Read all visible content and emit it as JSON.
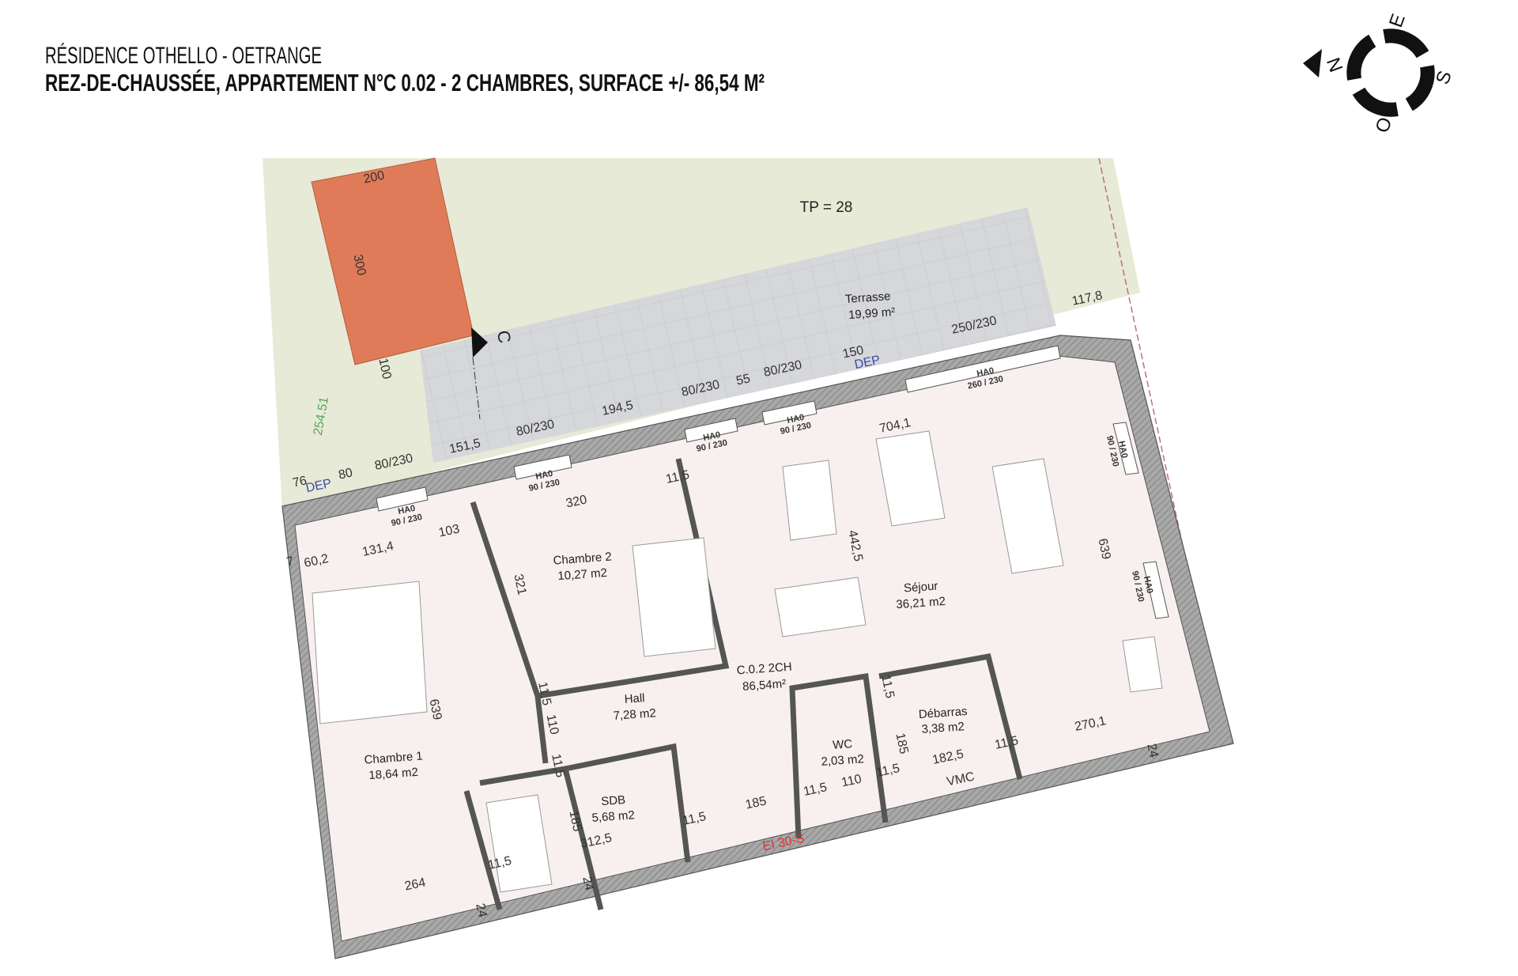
{
  "header": {
    "subtitle": "RÉSIDENCE OTHELLO - OETRANGE",
    "title": "REZ-DE-CHAUSSÉE, APPARTEMENT N°C 0.02 - 2 CHAMBRES, SURFACE +/- 86,54 M²"
  },
  "compass": {
    "north": "N",
    "east": "E",
    "south": "S",
    "west": "O",
    "icon": "compass-rose-icon"
  },
  "colors": {
    "garden": "#e6ead6",
    "terrace": "#d6d7da",
    "shed": "#e07b5a",
    "floor": "#f8f0ef",
    "wall": "#9c9c9c"
  },
  "plan": {
    "tp": "TP = 28",
    "section_marker": "C",
    "rooms": [
      {
        "name": "Terrasse",
        "area": "19,99 m²"
      },
      {
        "name": "Chambre 2",
        "area": "10,27 m2"
      },
      {
        "name": "Séjour",
        "area": "36,21 m2"
      },
      {
        "name": "C.0.2 2CH",
        "area": "86,54m²"
      },
      {
        "name": "Hall",
        "area": "7,28 m2"
      },
      {
        "name": "Chambre 1",
        "area": "18,64 m2"
      },
      {
        "name": "SDB",
        "area": "5,68 m2"
      },
      {
        "name": "WC",
        "area": "2,03 m2"
      },
      {
        "name": "Débarras",
        "area": "3,38 m2"
      }
    ],
    "dimensions": [
      "200",
      "300",
      "100",
      "254.51",
      "117,8",
      "250/230",
      "150",
      "DEP",
      "HA0",
      "260 / 230",
      "80/230",
      "55",
      "80/230",
      "194,5",
      "HA0",
      "90 / 230",
      "HA0",
      "90 / 230",
      "704,1",
      "80/230",
      "151,5",
      "HA0",
      "90 / 230",
      "80/230",
      "80",
      "76",
      "DEP",
      "11,5",
      "320",
      "HA0",
      "90 / 230",
      "103",
      "131,4",
      "60,2",
      "7",
      "442,5",
      "639",
      "HA0",
      "90 / 230",
      "HA0",
      "90 / 230",
      "321",
      "639",
      "11,5",
      "110",
      "11,5",
      "11,5",
      "185",
      "11,5",
      "110",
      "11,5",
      "185",
      "182,5",
      "11,5",
      "270,1",
      "24",
      "11,5",
      "185",
      "312,5",
      "11,5",
      "24",
      "264",
      "24",
      "VMC",
      "EI 30-S"
    ]
  }
}
